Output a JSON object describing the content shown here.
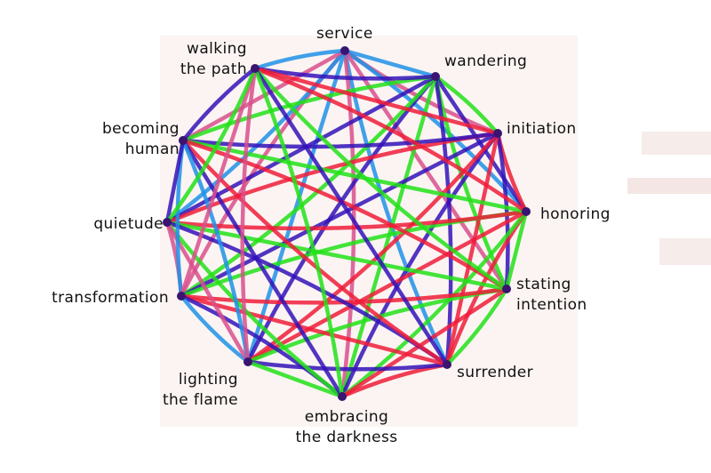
{
  "nodes": [
    {
      "id": "service",
      "label": "service"
    },
    {
      "id": "wandering",
      "label": "wandering"
    },
    {
      "id": "initiation",
      "label": "initiation"
    },
    {
      "id": "honoring",
      "label": "honoring"
    },
    {
      "id": "stating-intention",
      "label": "stating\nintention"
    },
    {
      "id": "surrender",
      "label": "surrender"
    },
    {
      "id": "embracing-the-darkness",
      "label": "embracing\nthe darkness"
    },
    {
      "id": "lighting-the-flame",
      "label": "lighting\nthe flame"
    },
    {
      "id": "transformation",
      "label": "transformation"
    },
    {
      "id": "quietude",
      "label": "quietude"
    },
    {
      "id": "becoming-human",
      "label": "becoming\nhuman"
    },
    {
      "id": "walking-the-path",
      "label": "walking\nthe path"
    }
  ],
  "line_colors": {
    "red": "#ee1c3a",
    "green": "#22e019",
    "blue": "#3312b8",
    "cyan": "#1e90e8",
    "pink": "#d84f8c"
  },
  "edge_palette": [
    "red",
    "green",
    "blue",
    "cyan",
    "blue",
    "red",
    "green",
    "pink"
  ],
  "connectivity": "complete"
}
